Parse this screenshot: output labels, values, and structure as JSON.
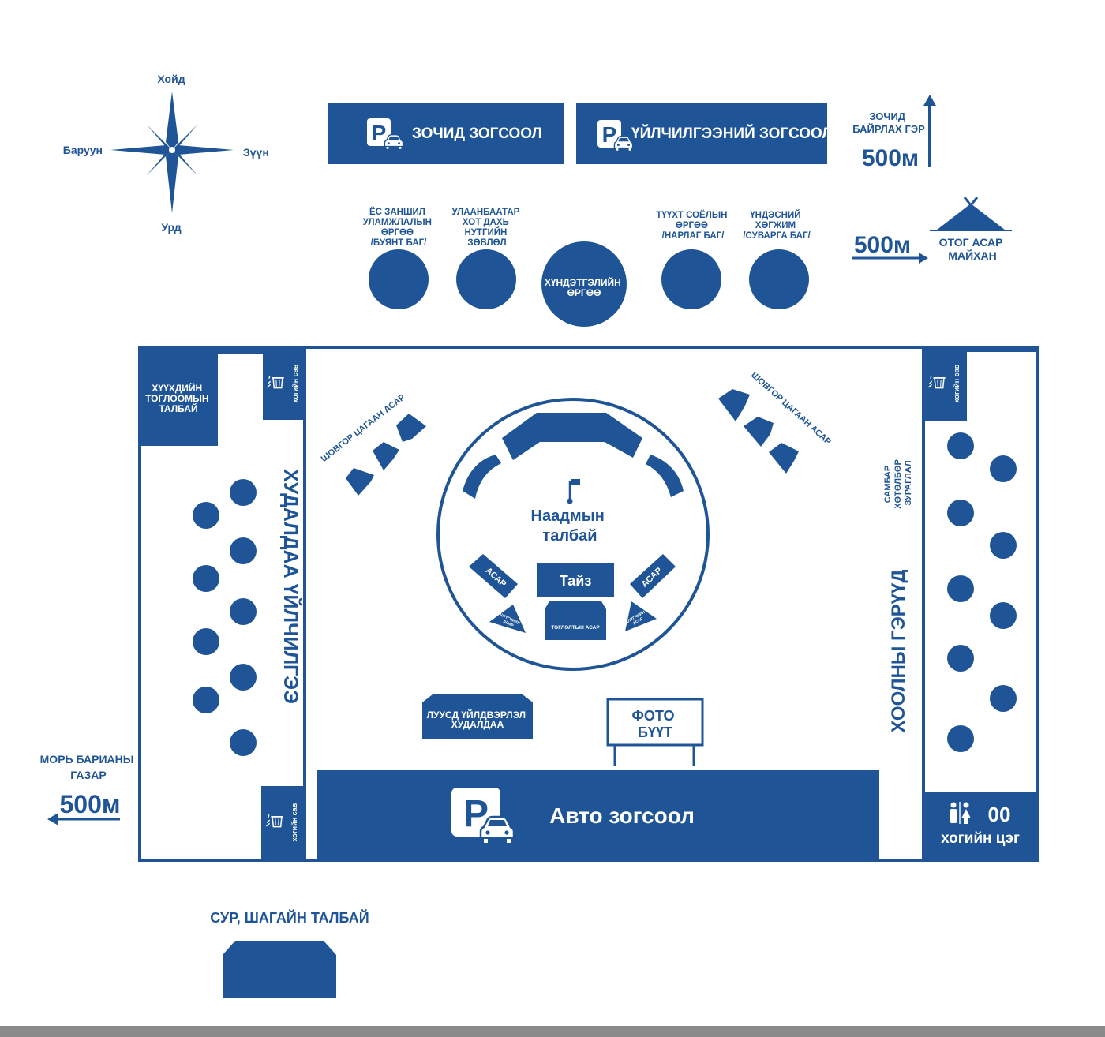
{
  "colors": {
    "primary": "#1f5596",
    "background": "#ffffff",
    "bottom_bar": "#8a8a8a"
  },
  "compass": {
    "north": "Хойд",
    "south": "Урд",
    "west": "Баруун",
    "east": "Зүүн"
  },
  "parking_top": {
    "guest": {
      "label": "ЗОЧИД ЗОГСООЛ",
      "letter": "P",
      "icon": "parking-car-icon"
    },
    "service": {
      "label": "ҮЙЛЧИЛГЭЭНИЙ ЗОГСООЛ",
      "letter": "P",
      "icon": "parking-car-icon"
    }
  },
  "guest_ger": {
    "lines": [
      "ЗОЧИД",
      "БАЙРЛАХ ГЭР"
    ],
    "distance": "500м",
    "icon": "arrow-up-icon"
  },
  "otog": {
    "lines": [
      "ОТОГ АСАР",
      "МАЙХАН"
    ],
    "distance": "500м",
    "icon": "tent-icon",
    "arrow_icon": "arrow-right-icon"
  },
  "horse": {
    "lines": [
      "МОРЬ БАРИАНЫ",
      "ГАЗАР"
    ],
    "distance": "500м",
    "icon": "arrow-left-icon"
  },
  "thrones": [
    {
      "lines": [
        "ЁС ЗАНШИЛ",
        "УЛАМЖЛАЛЫН",
        "ӨРГӨӨ",
        "/БУЯНТ БАГ/"
      ]
    },
    {
      "lines": [
        "УЛААНБААТАР",
        "ХОТ ДАХЬ",
        "НУТГИЙН",
        "ЗӨВЛӨЛ"
      ]
    },
    {
      "lines": [
        "ХҮНДЭТГЭЛИЙН",
        "ӨРГӨӨ"
      ]
    },
    {
      "lines": [
        "ТҮҮХТ СОЁЛЫН",
        "ӨРГӨӨ",
        "/НАРЛАГ БАГ/"
      ]
    },
    {
      "lines": [
        "ҮНДЭСНИЙ",
        "ХӨГЖИМ",
        "/СУВАРГА БАГ/"
      ]
    }
  ],
  "playground": {
    "lines": [
      "ХҮҮХДИЙН",
      "ТОГЛООМЫН",
      "ТАЛБАЙ"
    ]
  },
  "trash": {
    "label": "хогийн сав",
    "icon": "trash-bin-icon"
  },
  "trade": {
    "label": "ХУДАЛДАА ҮЙЛЧИЛГЭЭ"
  },
  "food": {
    "label": "ХООЛНЫ ГЭРҮҮД"
  },
  "board": {
    "lines": [
      "САМБАР",
      "ХӨТӨЛБӨР",
      "ЗУРАГЛАЛ"
    ]
  },
  "shovgor": {
    "label": "ШОВГОР ЦАГААН АСАР"
  },
  "naadam": {
    "lines": [
      "Наадмын",
      "талбай"
    ],
    "flag_icon": "flag-icon"
  },
  "stage": {
    "label": "Тайз"
  },
  "asar": {
    "label": "АСАР"
  },
  "judge": {
    "lines": [
      "ШҮҮГЧИЙН",
      "АСАР"
    ]
  },
  "toglolt": {
    "label": "ТОГЛОЛТЫН АСАР"
  },
  "luus": {
    "lines": [
      "ЛУУСД ҮЙЛДВЭРЛЭЛ",
      "ХУДАЛДАА"
    ]
  },
  "photo": {
    "lines": [
      "ФОТО",
      "БҮҮТ"
    ]
  },
  "parking_auto": {
    "label": "Авто зогсоол",
    "letter": "P",
    "icon": "parking-car-icon"
  },
  "wc": {
    "label": "хогийн цэг",
    "code": "00",
    "icon": "toilet-icon"
  },
  "archery": {
    "label": "СУР, ШАГАЙН ТАЛБАЙ"
  }
}
